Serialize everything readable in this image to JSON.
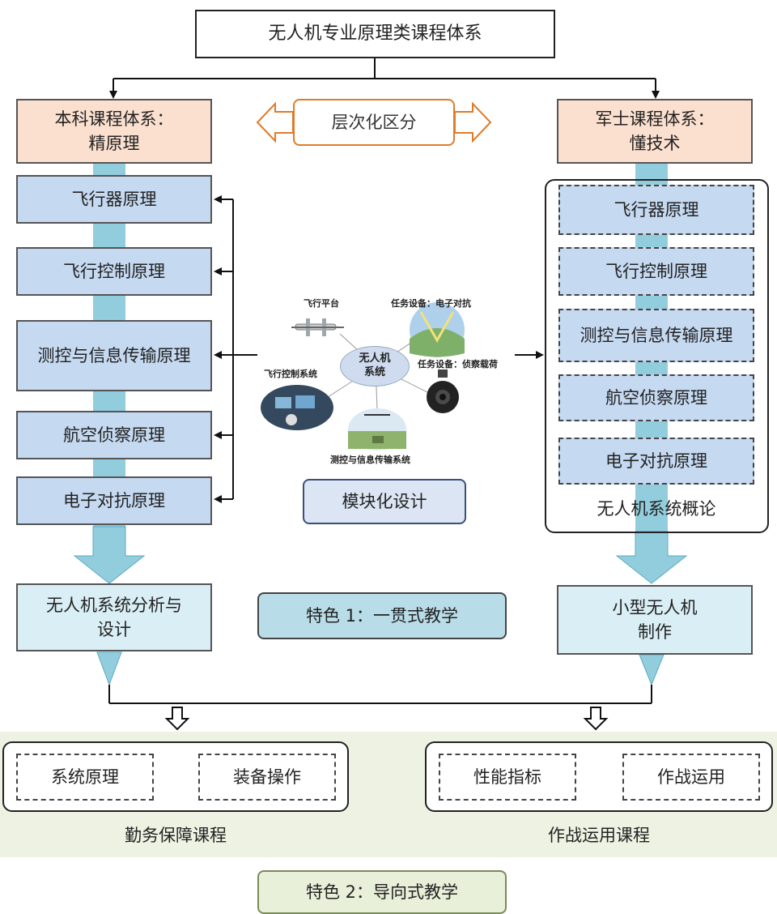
{
  "title": "无人机专业原理类课程体系",
  "hierarchy_label": "层次化区分",
  "left": {
    "header": [
      "本科课程体系：",
      "精原理"
    ],
    "courses": [
      "飞行器原理",
      "飞行控制原理",
      "测控与信息传输原理",
      "航空侦察原理",
      "电子对抗原理"
    ],
    "result": [
      "无人机系统分析与",
      "设计"
    ]
  },
  "right": {
    "header": [
      "军士课程体系：",
      "懂技术"
    ],
    "courses": [
      "飞行器原理",
      "飞行控制原理",
      "测控与信息传输原理",
      "航空侦察原理",
      "电子对抗原理"
    ],
    "panel_label": "无人机系统概论",
    "result": [
      "小型无人机",
      "制作"
    ]
  },
  "center": {
    "hub": [
      "无人机",
      "系统"
    ],
    "nodes": {
      "platform": "飞行平台",
      "ecm": "任务设备：电子对抗",
      "recon": "任务设备：侦察载荷",
      "fcs": "飞行控制系统",
      "tt": "测控与信息传输系统"
    },
    "module_label": "模块化设计"
  },
  "feature1": "特色 1：一贯式教学",
  "bottom": {
    "left": {
      "a": "系统原理",
      "b": "装备操作",
      "label": "勤务保障课程"
    },
    "right": {
      "a": "性能指标",
      "b": "作战运用",
      "label": "作战运用课程"
    }
  },
  "feature2": "特色 2：导向式教学",
  "colors": {
    "peach": "#fbe0cf",
    "blue": "#c5d9f1",
    "light_blue": "#d9eef5",
    "feature1": "#b9dde8",
    "feature2": "#e9f0d9",
    "orange": "#e07b2a",
    "green_bg": "#eef2e3"
  }
}
